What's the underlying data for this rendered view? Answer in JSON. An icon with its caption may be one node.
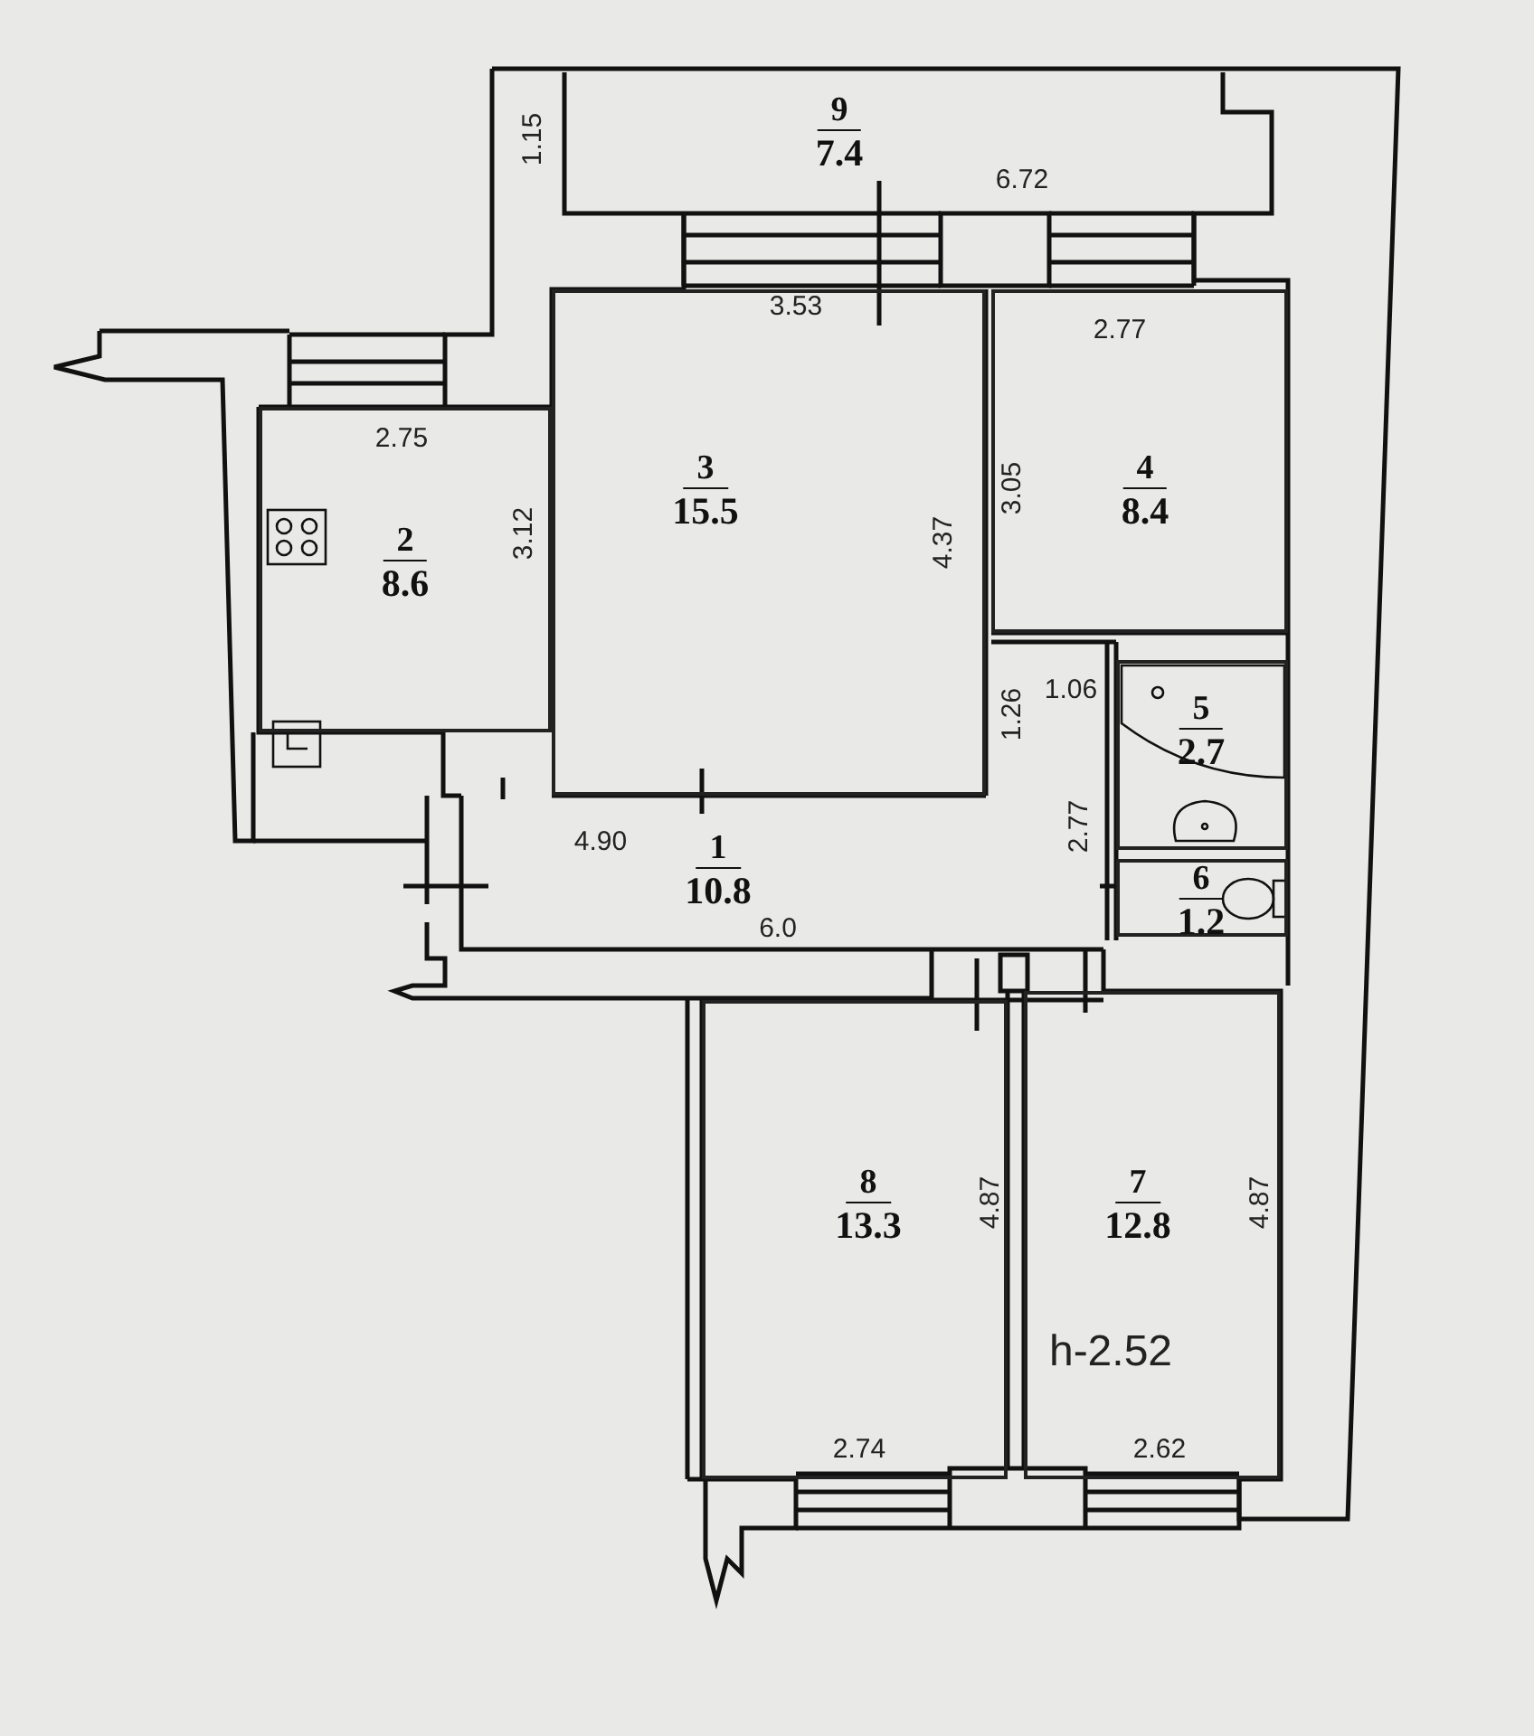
{
  "diagram": {
    "nodes": [
      {
        "text": [
          "9",
          "7.4"
        ]
      },
      {
        "text": [
          "2",
          "8.6"
        ]
      },
      {
        "text": [
          "3",
          "15.5"
        ]
      },
      {
        "text": [
          "4",
          "8.4"
        ]
      },
      {
        "text": [
          "5",
          "2.7"
        ]
      },
      {
        "text": [
          "1",
          "10.8"
        ]
      },
      {
        "text": [
          "6",
          "1.2"
        ]
      },
      {
        "text": [
          "8",
          "13.3"
        ]
      },
      {
        "text": [
          "7",
          "12.8"
        ]
      }
    ],
    "labels": [
      "1.15",
      "6.72",
      "3.53",
      "2.77",
      "2.75",
      "3.12",
      "4.37",
      "3.05",
      "1.26",
      "1.06",
      "4.90",
      "2.77",
      "6.0",
      "4.87",
      "4.87",
      "h-2.52",
      "2.74",
      "2.62"
    ]
  }
}
